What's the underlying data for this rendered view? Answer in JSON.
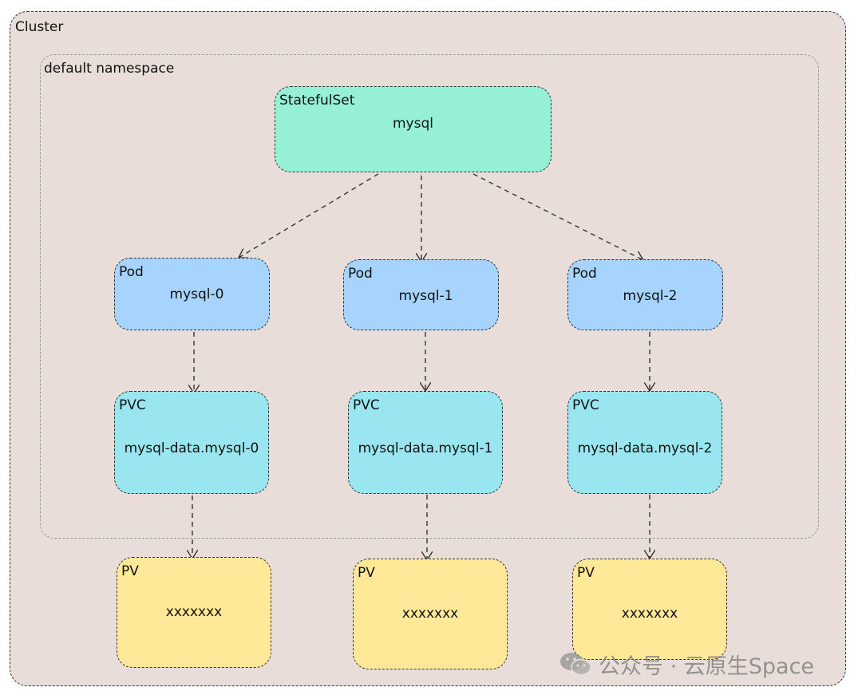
{
  "cluster": {
    "label": "Cluster"
  },
  "namespace": {
    "label": "default namespace"
  },
  "statefulset": {
    "kind": "StatefulSet",
    "name": "mysql"
  },
  "pods": [
    {
      "kind": "Pod",
      "name": "mysql-0"
    },
    {
      "kind": "Pod",
      "name": "mysql-1"
    },
    {
      "kind": "Pod",
      "name": "mysql-2"
    }
  ],
  "pvcs": [
    {
      "kind": "PVC",
      "name": "mysql-data.mysql-0"
    },
    {
      "kind": "PVC",
      "name": "mysql-data.mysql-1"
    },
    {
      "kind": "PVC",
      "name": "mysql-data.mysql-2"
    }
  ],
  "pvs": [
    {
      "kind": "PV",
      "name": "xxxxxxx"
    },
    {
      "kind": "PV",
      "name": "xxxxxxx"
    },
    {
      "kind": "PV",
      "name": "xxxxxxx"
    }
  ],
  "watermark": {
    "text": "公众号 · 云原生Space",
    "icon": "wechat-icon"
  },
  "colors": {
    "statefulset": "#95f0d6",
    "pod": "#a6d4fd",
    "pvc": "#9ae6f0",
    "pv": "#ffe898",
    "cluster_bg": "#e8ddd8"
  }
}
